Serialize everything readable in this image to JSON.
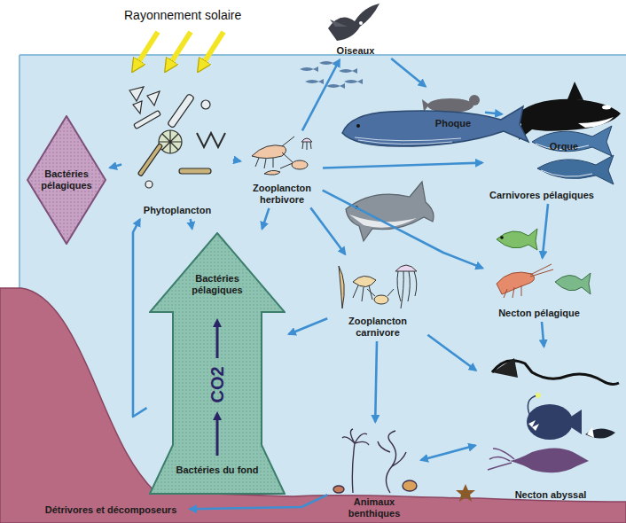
{
  "diagram": {
    "nodes": [
      {
        "text": [
          "Oiseaux"
        ]
      },
      {
        "text": [
          "Phoque"
        ]
      },
      {
        "text": [
          "Orque"
        ]
      },
      {
        "text": [
          "Phytoplancton"
        ]
      },
      {
        "text": [
          "Zooplancton herbivore"
        ]
      },
      {
        "text": [
          "Bactéries pélagiques"
        ]
      },
      {
        "text": [
          "Carnivores pélagiques"
        ]
      },
      {
        "text": [
          "Bactéries pélagiques",
          "CO2",
          "Bactéries du fond"
        ]
      },
      {
        "text": [
          "Zooplancton carnivore"
        ]
      },
      {
        "text": [
          "Necton pélagique"
        ]
      },
      {
        "text": [
          "Necton abyssal"
        ]
      },
      {
        "text": [
          "Animaux benthiques"
        ]
      },
      {
        "text": [
          "Détrivores et décomposeurs"
        ]
      }
    ],
    "edges": [
      {
        "from": 3,
        "to": 5,
        "arrow": "to"
      },
      {
        "from": 3,
        "to": 4,
        "arrow": "to"
      },
      {
        "from": 4,
        "to": 0,
        "arrow": "to"
      },
      {
        "from": 0,
        "to": 1,
        "arrow": "to"
      },
      {
        "from": 1,
        "to": 2,
        "arrow": "to"
      },
      {
        "from": 4,
        "to": 6,
        "arrow": "to"
      },
      {
        "from": 4,
        "to": 8,
        "arrow": "to"
      },
      {
        "from": 4,
        "to": 9,
        "arrow": "to"
      },
      {
        "from": 4,
        "to": 7,
        "arrow": "to"
      },
      {
        "from": 3,
        "to": 7,
        "arrow": "to"
      },
      {
        "from": 7,
        "to": 3,
        "arrow": "to"
      },
      {
        "from": 8,
        "to": 7,
        "arrow": "to"
      },
      {
        "from": 8,
        "to": 11,
        "arrow": "to"
      },
      {
        "from": 8,
        "to": 10,
        "arrow": "to"
      },
      {
        "from": 6,
        "to": 9,
        "arrow": "to"
      },
      {
        "from": 9,
        "to": 10,
        "arrow": "to"
      },
      {
        "from": 11,
        "to": 10,
        "arrow": "both"
      },
      {
        "from": 11,
        "to": 12,
        "arrow": "to"
      }
    ],
    "labels": [
      "Rayonnement solaire"
    ]
  }
}
